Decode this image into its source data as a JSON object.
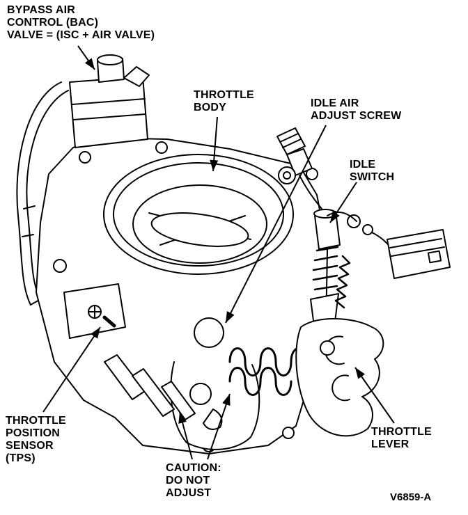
{
  "figure": {
    "code": "V6859-A",
    "background": "#ffffff",
    "line_color": "#000000",
    "description": "Throttle body exploded-view line drawing with callout labels"
  },
  "labels": {
    "bac_valve": {
      "lines": [
        "BYPASS AIR",
        "CONTROL (BAC)",
        "VALVE = (ISC + AIR VALVE)"
      ]
    },
    "throttle_body": {
      "lines": [
        "THROTTLE",
        "BODY"
      ]
    },
    "idle_air_adjust_screw": {
      "lines": [
        "IDLE AIR",
        "ADJUST SCREW"
      ]
    },
    "idle_switch": {
      "lines": [
        "IDLE",
        "SWITCH"
      ]
    },
    "throttle_position_sensor": {
      "lines": [
        "THROTTLE",
        "POSITION",
        "SENSOR",
        "(TPS)"
      ]
    },
    "caution": {
      "lines": [
        "CAUTION:",
        "DO NOT",
        "ADJUST"
      ]
    },
    "throttle_lever": {
      "lines": [
        "THROTTLE",
        "LEVER"
      ]
    }
  }
}
